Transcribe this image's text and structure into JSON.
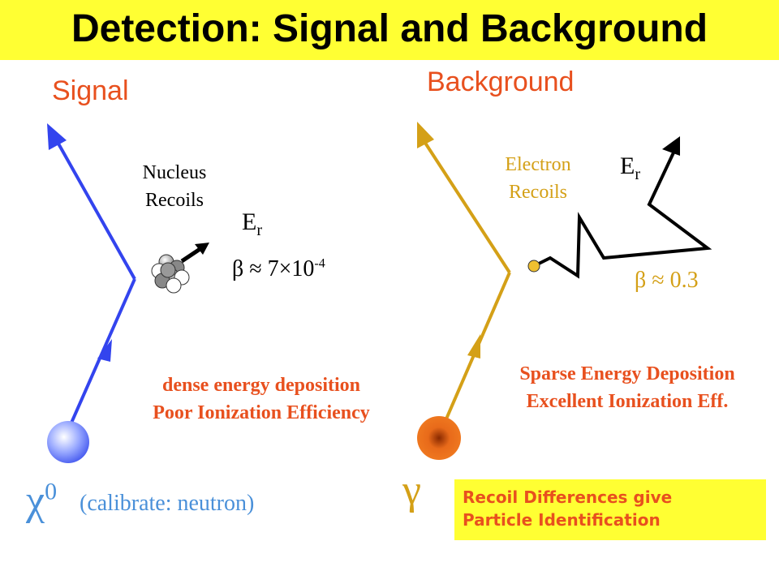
{
  "title": "Detection: Signal and Background",
  "signal": {
    "heading": "Signal",
    "recoil_label_line1": "Nucleus",
    "recoil_label_line2": "Recoils",
    "energy_label": "E",
    "energy_sub": "r",
    "beta_text": "β ≈ 7×10",
    "beta_exp": "-4",
    "desc_line1": "dense energy deposition",
    "desc_line2": "Poor Ionization Efficiency",
    "particle_symbol": "χ",
    "particle_sup": "0",
    "calibrate_note": "(calibrate: neutron)"
  },
  "background": {
    "heading": "Background",
    "recoil_label_line1": "Electron",
    "recoil_label_line2": "Recoils",
    "energy_label": "E",
    "energy_sub": "r",
    "beta_text": "β ≈ 0.3",
    "desc_line1": "Sparse Energy Deposition",
    "desc_line2": "Excellent Ionization Eff.",
    "particle_symbol": "γ"
  },
  "callout": "Recoil Differences give\nParticle Identification",
  "colors": {
    "title_bg": "#ffff33",
    "accent_orange": "#e8501e",
    "signal_line": "#3344ee",
    "background_line": "#d4a017",
    "electron_label": "#d4a017",
    "calibrate_text": "#4a90d9"
  }
}
